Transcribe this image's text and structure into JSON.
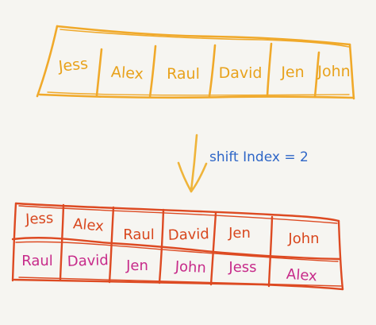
{
  "colors": {
    "background": "#f6f5f1",
    "top_array_stroke": "#f0a92a",
    "top_array_text": "#e8a21c",
    "bottom_array_stroke": "#dd4a22",
    "shifted_row_text": "#d8471e",
    "result_row_text": "#c72b8a",
    "arrow": "#efb43a",
    "annotation_text": "#2e66c7"
  },
  "original_array": [
    "Jess",
    "Alex",
    "Raul",
    "David",
    "Jen",
    "John"
  ],
  "annotation": "shift Index = 2",
  "shifted_array": {
    "top_row": [
      "Jess",
      "Alex",
      "Raul",
      "David",
      "Jen",
      "John"
    ],
    "bottom_row": [
      "Raul",
      "David",
      "Jen",
      "John",
      "Jess",
      "Alex"
    ]
  }
}
